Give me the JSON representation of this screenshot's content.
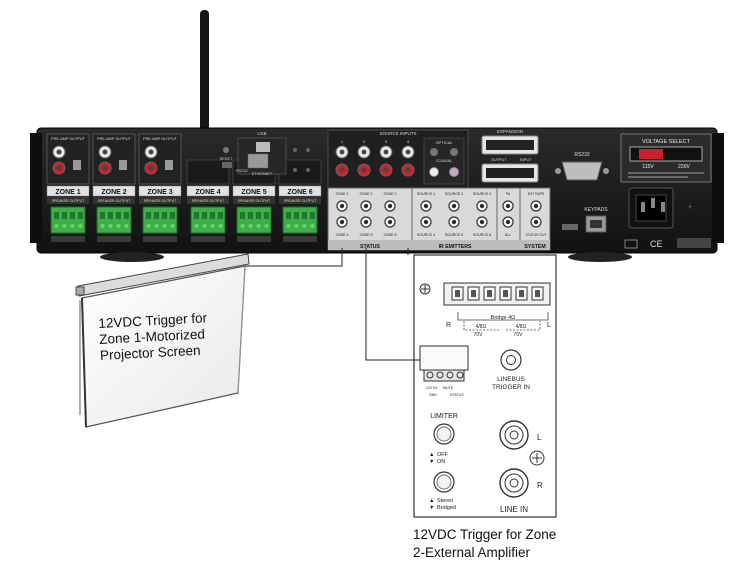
{
  "receiver": {
    "zones": [
      "ZONE 1",
      "ZONE 2",
      "ZONE 3",
      "ZONE 4",
      "ZONE 5",
      "ZONE 6"
    ],
    "preamp_output_label": "PRE-AMP OUTPUT",
    "speaker_output_label": "SPEAKER OUTPUT",
    "antenna_label": "",
    "usb_label": "USB",
    "reset_label": "RESET",
    "rs232_small_label": "RS232",
    "ethernet_label": "ETHERNET",
    "source_inputs_label": "SOURCE INPUTS",
    "source_numbers": [
      "1",
      "2",
      "3",
      "4"
    ],
    "optical_label": "OPTICAL",
    "coaxial_label": "COAXIAL",
    "expansion_label": "EXPANSION",
    "expansion_in_label": "INPUT",
    "expansion_out_label": "OUTPUT",
    "rs232_label": "RS232",
    "keypads_label": "KEYPADS",
    "voltage_select_label": "VOLTAGE SELECT",
    "voltage_options": [
      "115V",
      "230V"
    ],
    "status_label": "STATUS",
    "ir_emitters_label": "IR EMITTERS",
    "system_label": "SYSTEM",
    "status_zone_labels": [
      "ZONE 1",
      "ZONE 2",
      "ZONE 3",
      "ZONE 4",
      "ZONE 5",
      "ZONE 6"
    ],
    "ir_source_labels": [
      "SOURCE 1",
      "SOURCE 2",
      "SOURCE 3",
      "SOURCE 4",
      "SOURCE 5",
      "SOURCE 6"
    ],
    "system_labels": [
      "PA",
      "EXT IN/PS",
      "ALL",
      "STATUS OUT"
    ],
    "ce_mark": "CE"
  },
  "amplifier": {
    "bridge_label": "Bridge 4Ω",
    "ohm_labels": [
      "4/8Ω",
      "4/8Ω"
    ],
    "volt_labels": [
      "70V",
      "70V"
    ],
    "r_label": "R",
    "l_label": "L",
    "trigger_terminals": [
      "12V IN",
      "GND",
      "MUTE",
      "STATUS"
    ],
    "linebus_label": [
      "LINEBUS",
      "TRIGGER IN"
    ],
    "limiter_label": "LIMITER",
    "limiter_options": [
      "OFF",
      "ON"
    ],
    "stereo_options": [
      "Stereo",
      "Bridged"
    ],
    "line_in_label": "LINE IN",
    "input_l": "L",
    "input_r": "R"
  },
  "captions": {
    "screen": [
      "12VDC Trigger for",
      "Zone 1-Motorized",
      "Projector Screen"
    ],
    "amplifier": [
      "12VDC Trigger for Zone",
      "2-External Amplifier"
    ]
  },
  "colors": {
    "chassis": "#1c1c1c",
    "terminal_green": "#3fae49",
    "rca_red": "#c8232c",
    "rca_white": "#e8e8e8",
    "wire": "#222222",
    "panel_outline": "#333333"
  }
}
